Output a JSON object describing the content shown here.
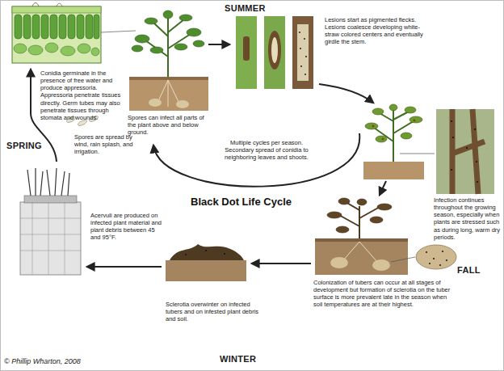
{
  "diagram": {
    "title": "Black Dot Life Cycle",
    "labels": [
      "SUMMER",
      "Conidia germinate in the presence of free water and produce appressoria. Appressoria penetrate tissues directly. Germ tubes may also penetrate tissues through stomata and wounds.",
      "Spores can infect all parts of the plant above and below ground.",
      "Lesions start as pigmented flecks. Lesions coalesce developing white-straw colored centers and eventually girdle the stem.",
      "Multiple cycles per season. Secondary spread of conidia to neighboring leaves and shoots.",
      "Infection continues throughout the growing season, especially when plants are stressed such as during long, warm dry periods.",
      "FALL",
      "Colonization of tubers can occur at all stages of development but formation of sclerotia on the tuber surface is more prevalent late in the season when soil temperatures are at their highest.",
      "WINTER",
      "Sclerotia overwinter on infected tubers and on infested plant debris and soil.",
      "Acervuli are produced on infected plant material and plant debris between 45 and 95°F.",
      "SPRING",
      "Spores are spread by wind, rain splash, and irrigation.",
      "© Phillip Wharton, 2008"
    ]
  }
}
